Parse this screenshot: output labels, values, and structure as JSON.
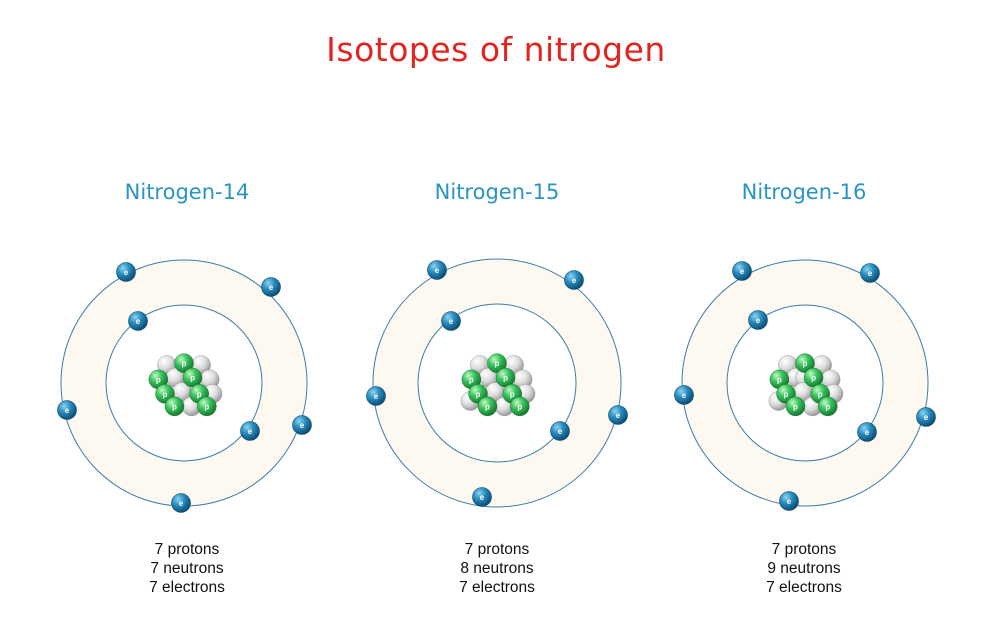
{
  "title": "Isotopes of nitrogen",
  "colors": {
    "title": "#e3231e",
    "isotope_name": "#2a94c4",
    "shell_fill": "#fdf8f0",
    "shell_stroke": "#3b7ea8",
    "electron": "#1e7fb0",
    "proton": "#37c45a",
    "neutron": "#d8d8d8"
  },
  "labels": {
    "electron": "e",
    "proton": "p"
  },
  "isotopes": [
    {
      "name": "Nitrogen-14",
      "protons_text": "7 protons",
      "neutrons_text": "7 neutrons",
      "electrons_text": "7 electrons",
      "protons": 7,
      "neutrons": 7,
      "electrons": 7
    },
    {
      "name": "Nitrogen-15",
      "protons_text": "7 protons",
      "neutrons_text": "8 neutrons",
      "electrons_text": "7 electrons",
      "protons": 7,
      "neutrons": 8,
      "electrons": 7
    },
    {
      "name": "Nitrogen-16",
      "protons_text": "7 protons",
      "neutrons_text": "9 neutrons",
      "electrons_text": "7 electrons",
      "protons": 7,
      "neutrons": 9,
      "electrons": 7
    }
  ]
}
